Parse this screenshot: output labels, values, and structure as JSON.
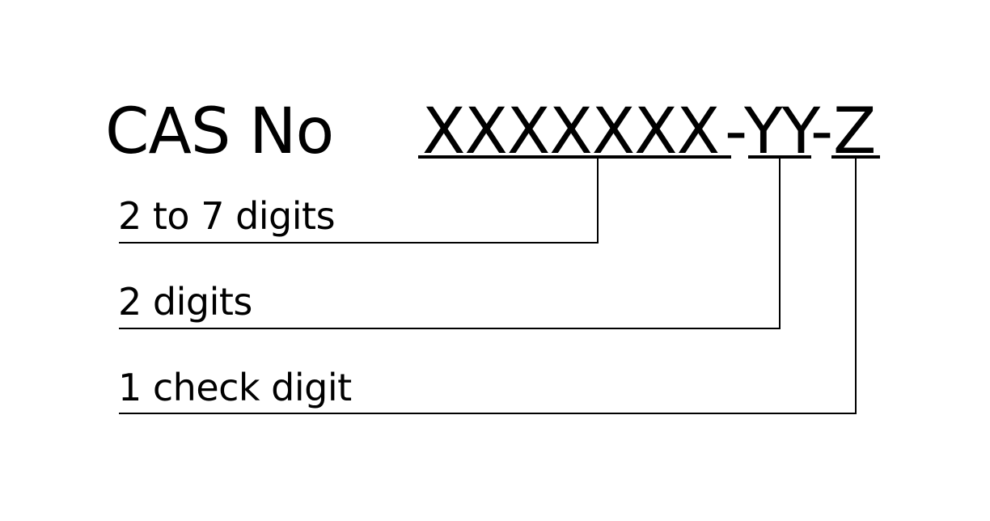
{
  "diagram": {
    "title": "CAS No",
    "format": {
      "part1": "XXXXXXX",
      "separator1": "-",
      "part2": "YY",
      "separator2": "-",
      "part3": "Z"
    },
    "annotations": [
      {
        "label": "2 to 7 digits",
        "target": "part1"
      },
      {
        "label": "2 digits",
        "target": "part2"
      },
      {
        "label": "1 check digit",
        "target": "part3"
      }
    ],
    "colors": {
      "background": "#ffffff",
      "foreground": "#000000"
    }
  }
}
